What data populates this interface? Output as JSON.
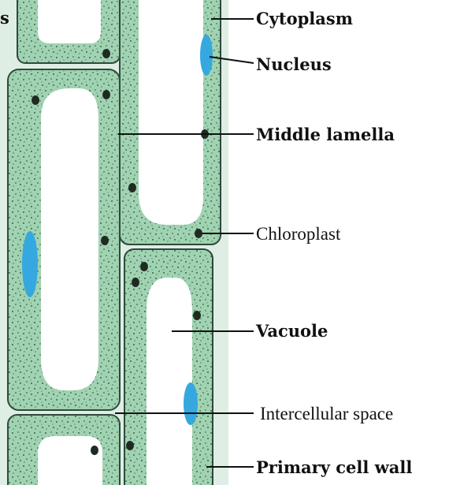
{
  "diagram": {
    "labels": [
      {
        "id": "cytoplasm",
        "text": "Cytoplasm",
        "weight": "bold"
      },
      {
        "id": "nucleus",
        "text": "Nucleus",
        "weight": "bold"
      },
      {
        "id": "middle-lamella",
        "text": "Middle lamella",
        "weight": "bold"
      },
      {
        "id": "chloroplast",
        "text": "Chloroplast",
        "weight": "normal"
      },
      {
        "id": "vacuole",
        "text": "Vacuole",
        "weight": "bold"
      },
      {
        "id": "intercellular-space",
        "text": "Intercellular space",
        "weight": "normal"
      },
      {
        "id": "primary-cell-wall",
        "text": "Primary cell wall",
        "weight": "bold"
      }
    ],
    "cropped_label_fragment": "s"
  },
  "colors": {
    "cytoplasm": "#9fd3b2",
    "cell_wall": "#e9f5ee",
    "wall_outline": "#2f4a3c",
    "vacuole": "#ffffff",
    "nucleus": "#35a8e0",
    "chloroplast": "#1f2b22"
  }
}
